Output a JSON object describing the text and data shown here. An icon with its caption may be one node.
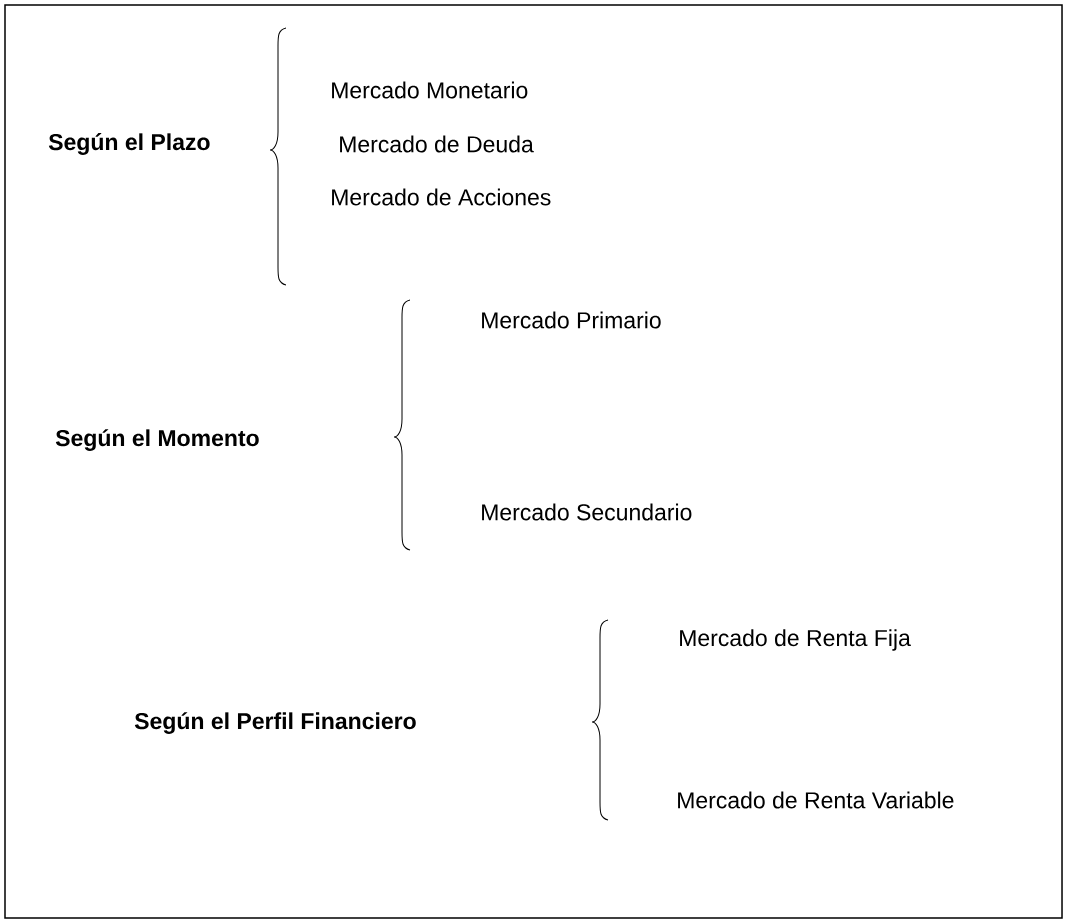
{
  "diagram": {
    "labels": [
      "Mercado Monetario",
      "Según el Plazo",
      "Mercado de Deuda",
      "Mercado de Acciones",
      "Mercado Primario",
      "Según el Momento",
      "Mercado Secundario",
      "Mercado de Renta Fija",
      "Según el Perfil Financiero",
      "Mercado de Renta Variable"
    ]
  }
}
